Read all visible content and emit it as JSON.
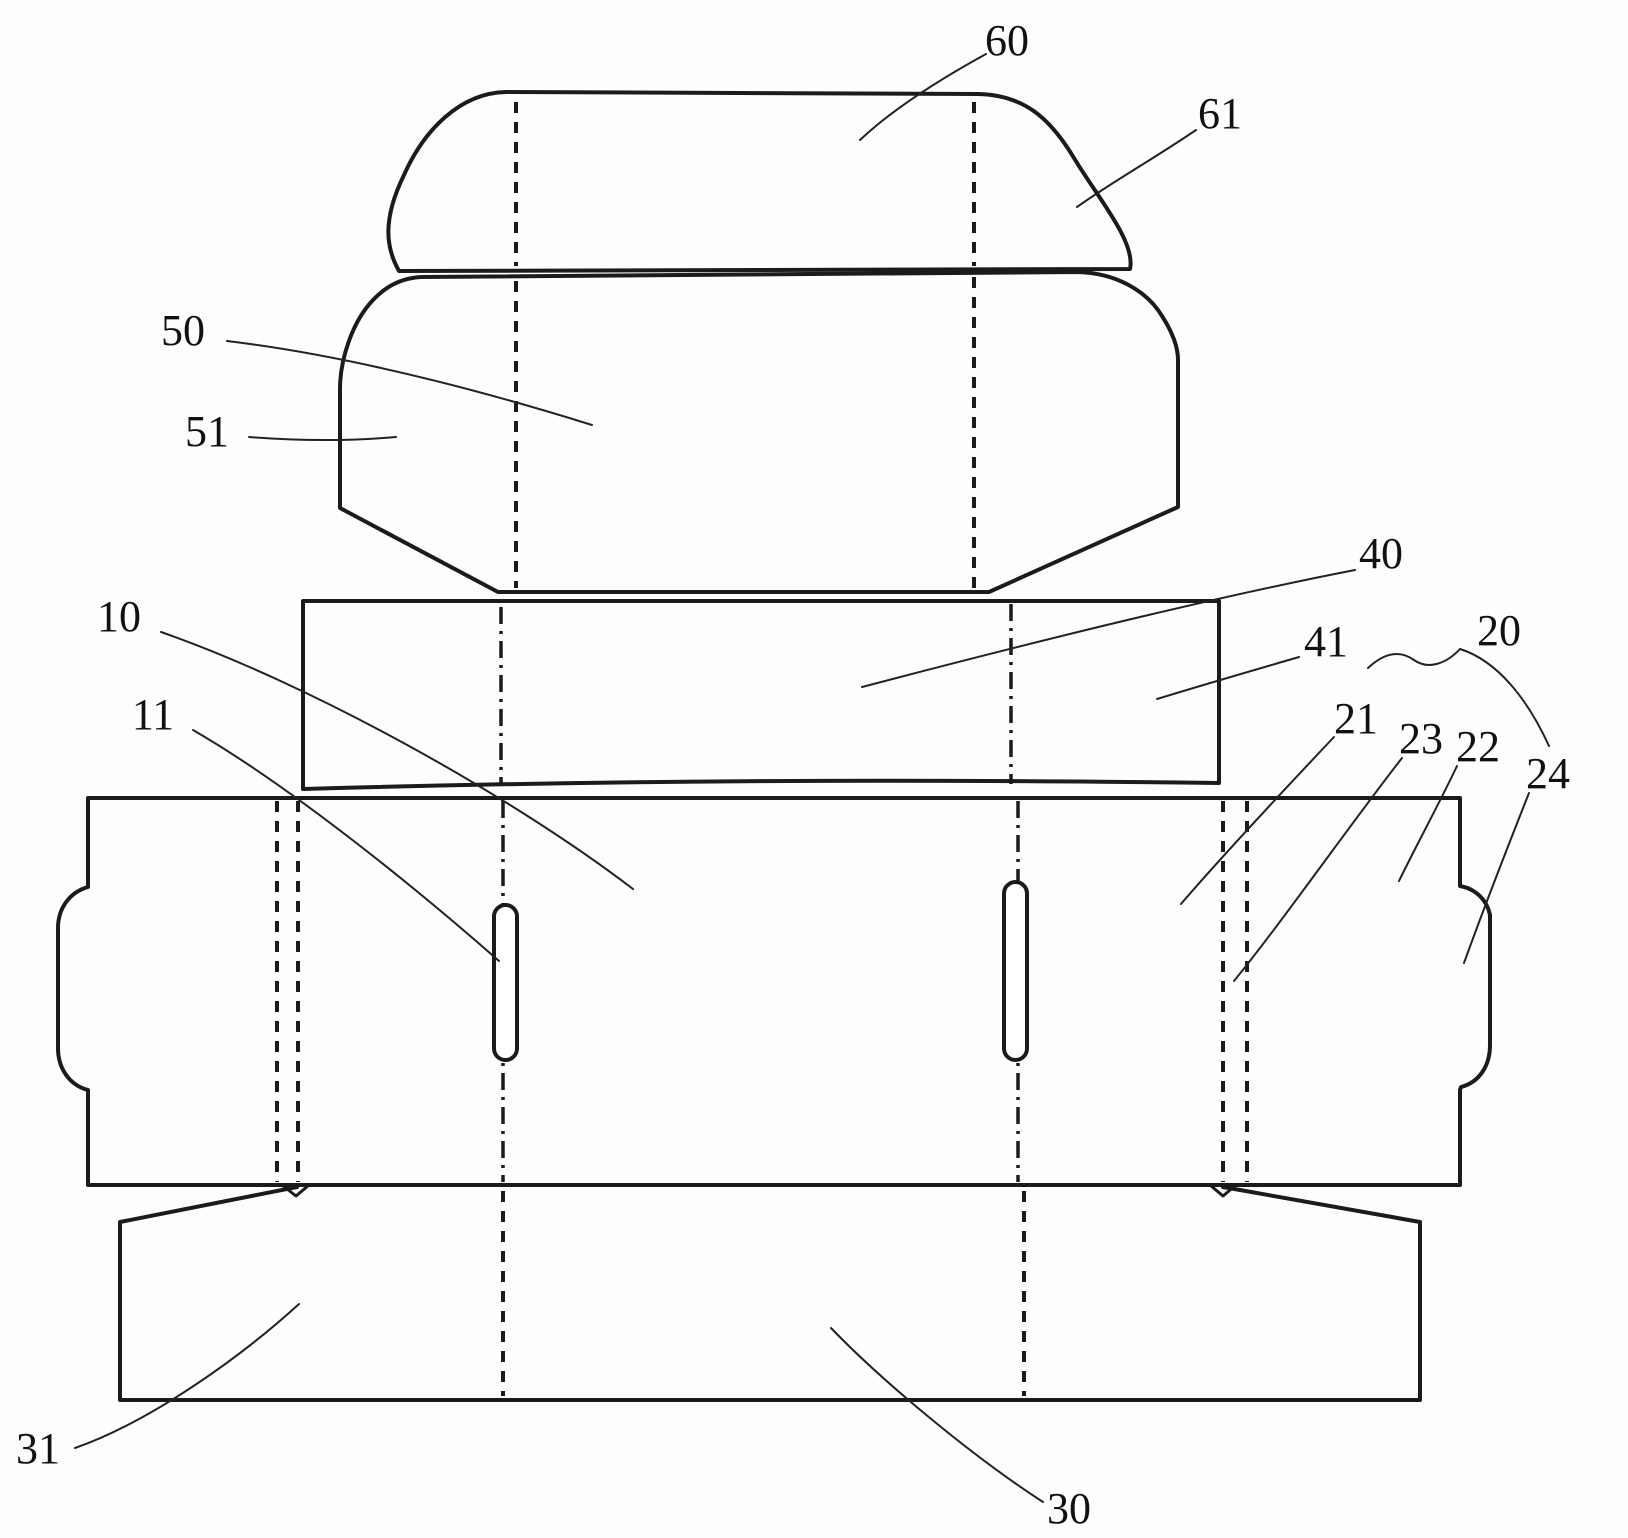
{
  "figure": {
    "background": "#fdfdfd",
    "line_color": "#1b1b1b"
  },
  "labels": {
    "n10": "10",
    "n11": "11",
    "n20": "20",
    "n21": "21",
    "n22": "22",
    "n23": "23",
    "n24": "24",
    "n30": "30",
    "n31": "31",
    "n40": "40",
    "n41": "41",
    "n50": "50",
    "n51": "51",
    "n60": "60",
    "n61": "61"
  }
}
